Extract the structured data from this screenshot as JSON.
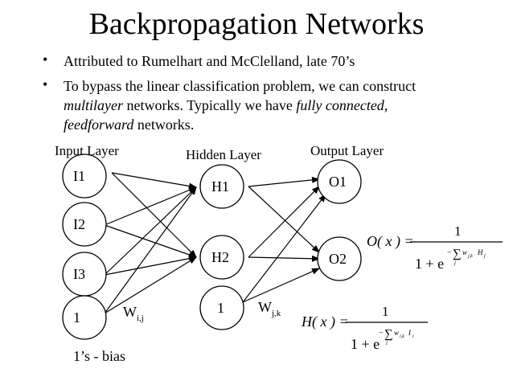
{
  "title": "Backpropagation Networks",
  "bullets": [
    {
      "symbol": "•",
      "text": "Attributed to Rumelhart and McClelland, late 70’s"
    },
    {
      "symbol": "•",
      "part1": "To bypass the linear classification problem, we can construct ",
      "em1": "multilayer",
      "part2": " networks.  Typically we have ",
      "em2": "fully connected",
      "part3": ", ",
      "em3": "feedforward",
      "part4": " networks."
    }
  ],
  "diagram": {
    "layers": {
      "input": "Input Layer",
      "hidden": "Hidden Layer",
      "output": "Output Layer"
    },
    "input_nodes": [
      "I1",
      "I2",
      "I3",
      "1"
    ],
    "hidden_nodes": [
      "H1",
      "H2",
      "1"
    ],
    "output_nodes": [
      "O1",
      "O2"
    ],
    "weights_ij": {
      "base": "W",
      "sub": "i,j"
    },
    "weights_jk": {
      "base": "W",
      "sub": "j,k"
    },
    "bias_label": "1’s - bias"
  },
  "formulas": {
    "output": {
      "lhs": "O( x ) =",
      "num": "1",
      "den_base": "1 + e",
      "exp_sign": "−",
      "sum": "∑",
      "w": "w",
      "w_sub": "j,k",
      "var": "H",
      "var_sub": "j",
      "sum_sub": "j"
    },
    "hidden": {
      "lhs": "H( x ) =",
      "num": "1",
      "den_base": "1 + e",
      "exp_sign": "−",
      "sum": "∑",
      "w": "w",
      "w_sub": "i,k",
      "var": "I",
      "var_sub": "i",
      "sum_sub": "i"
    }
  }
}
